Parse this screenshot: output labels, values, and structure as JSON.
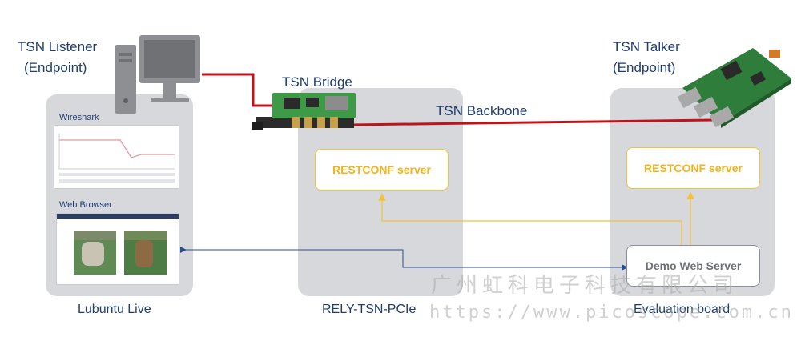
{
  "nodes": {
    "listener": {
      "title": "TSN Listener",
      "subtitle": "(Endpoint)",
      "caption": "Lubuntu Live"
    },
    "bridge": {
      "title": "TSN Bridge",
      "caption": "RELY-TSN-PCIe",
      "server": "RESTCONF server"
    },
    "talker": {
      "title": "TSN Talker",
      "subtitle": "(Endpoint)",
      "caption": "Evaluation board",
      "server": "RESTCONF server",
      "web_server": "Demo Web Server"
    }
  },
  "links": {
    "backbone_label": "TSN Backbone"
  },
  "listener_screens": {
    "wireshark_label": "Wireshark",
    "browser_label": "Web Browser"
  },
  "watermark": {
    "line1": "广州虹科电子科技有限公司",
    "line2": "https://www.picoscope.com.cn"
  },
  "colors": {
    "panel": "#d6d8dc",
    "text": "#1f3d6e",
    "cable_red": "#c0121a",
    "restconf": "#f2b31b",
    "arrow_blue": "#2a4d8f",
    "arrow_yellow": "#f2c23a"
  }
}
